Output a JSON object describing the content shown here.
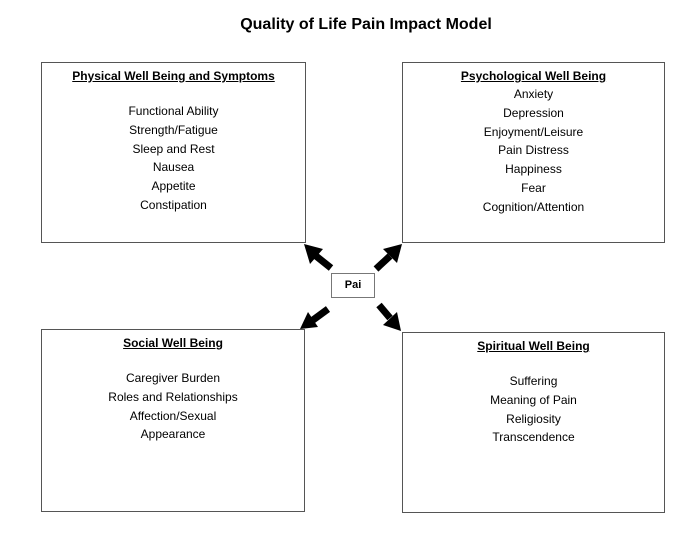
{
  "title": "Quality of Life Pain Impact Model",
  "center": "Pai",
  "boxes": {
    "physical": {
      "heading": "Physical Well Being and Symptoms",
      "items": [
        "Functional Ability",
        "Strength/Fatigue",
        "Sleep and Rest",
        "Nausea",
        "Appetite",
        "Constipation"
      ]
    },
    "psychological": {
      "heading": "Psychological Well Being",
      "items": [
        "Anxiety",
        "Depression",
        "Enjoyment/Leisure",
        "Pain Distress",
        "Happiness",
        "Fear",
        "Cognition/Attention"
      ]
    },
    "social": {
      "heading": "Social Well Being",
      "items": [
        "Caregiver Burden",
        "Roles and Relationships",
        "Affection/Sexual",
        "Appearance"
      ]
    },
    "spiritual": {
      "heading": "Spiritual Well Being",
      "items": [
        "Suffering",
        "Meaning of Pain",
        "Religiosity",
        "Transcendence"
      ]
    }
  },
  "colors": {
    "arrow": "#000000",
    "border": "#555555",
    "text": "#000000"
  }
}
